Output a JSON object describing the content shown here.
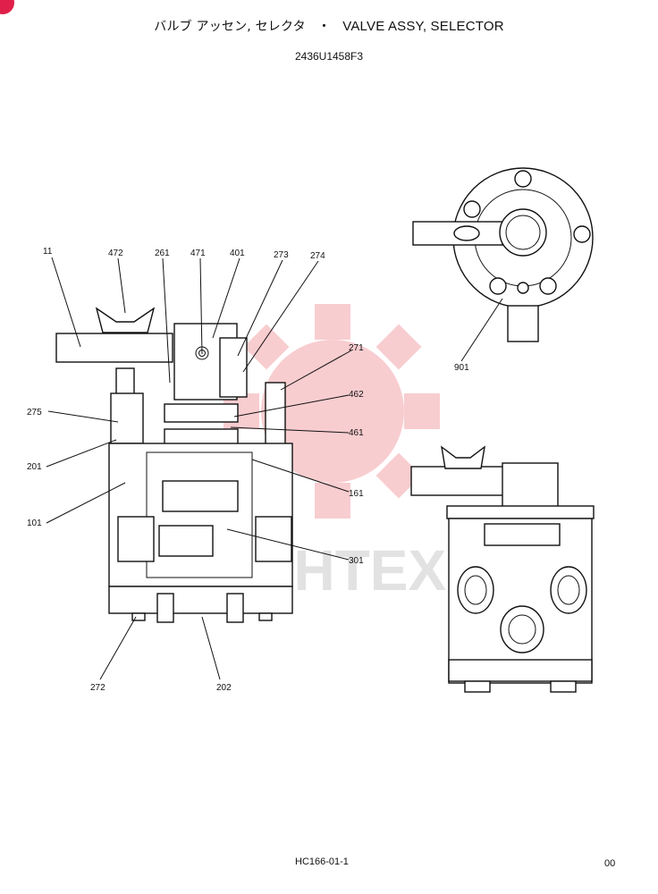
{
  "header": {
    "title_jp": "バルブ アッセン, セレクタ",
    "title_sep": "・",
    "title_en": "VALVE ASSY, SELECTOR",
    "part_number": "2436U1458F3"
  },
  "callouts": [
    "11",
    "472",
    "261",
    "471",
    "401",
    "273",
    "274",
    "271",
    "462",
    "461",
    "275",
    "201",
    "161",
    "101",
    "301",
    "272",
    "202",
    "901"
  ],
  "watermark": {
    "text": "VIHTEX",
    "color": "#e8505b"
  },
  "footer": {
    "code": "HC166-01-1",
    "page": "00"
  }
}
